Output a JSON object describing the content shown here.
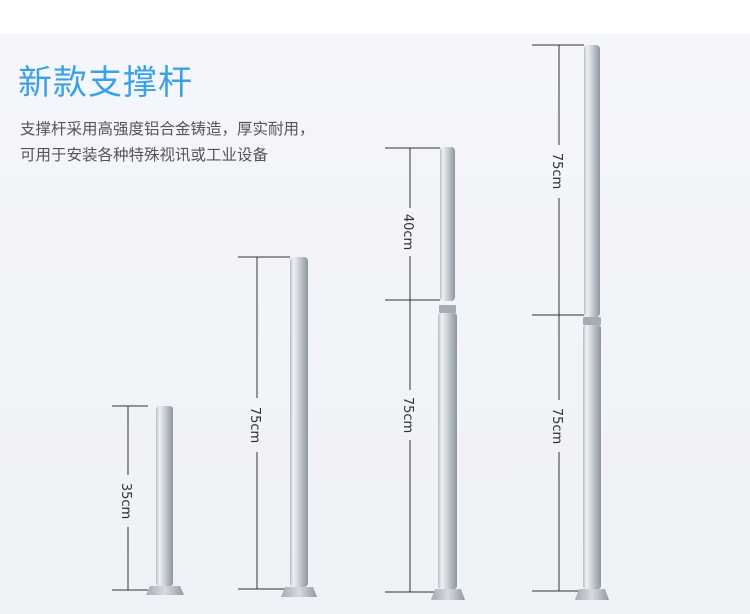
{
  "header": {
    "title": "新款支撑杆",
    "description_line1": "支撑杆采用高强度铝合金铸造，厚实耐用，",
    "description_line2": "可用于安装各种特殊视讯或工业设备"
  },
  "poles": [
    {
      "segments": [
        {
          "label": "35cm"
        }
      ]
    },
    {
      "segments": [
        {
          "label": "75cm"
        }
      ]
    },
    {
      "segments": [
        {
          "label": "40cm"
        },
        {
          "label": "75cm"
        }
      ]
    },
    {
      "segments": [
        {
          "label": "75cm"
        },
        {
          "label": "75cm"
        }
      ]
    }
  ],
  "colors": {
    "title": "#3aa0e8",
    "pole_light": "#e4e7eb",
    "pole_dark": "#9aa2aa",
    "dimension_line": "#333333"
  }
}
